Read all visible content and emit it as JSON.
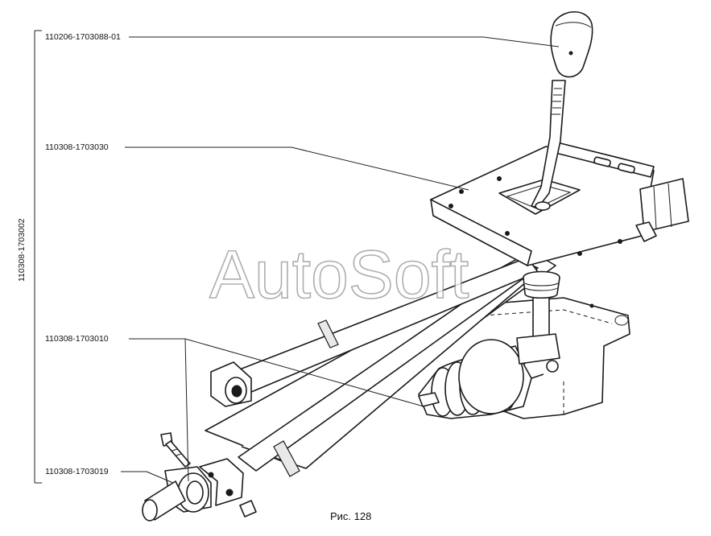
{
  "labels": {
    "knob": "110206-1703088-01",
    "lever": "110308-1703030",
    "rod": "110308-1703010",
    "clamp": "110308-1703019",
    "assembly": "110308-1703002"
  },
  "caption": "Рис. 128",
  "watermark": "AutoSoft"
}
